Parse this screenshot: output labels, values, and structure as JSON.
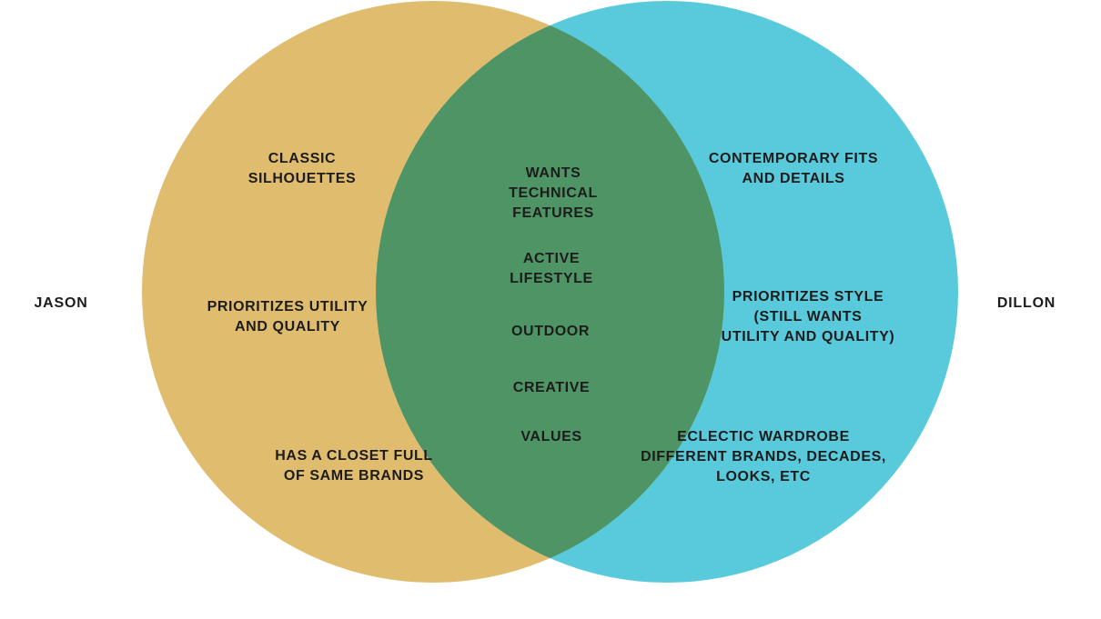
{
  "colors": {
    "left_circle": "#E0BC6F",
    "right_circle": "#59CADC",
    "overlap": "#4F9464",
    "text": "#1c1c1c",
    "background": "#ffffff"
  },
  "sets": {
    "left": {
      "name": "JASON"
    },
    "right": {
      "name": "DILLON"
    }
  },
  "left_only": [
    "CLASSIC\nSILHOUETTES",
    "PRIORITIZES UTILITY\nAND QUALITY",
    "HAS A CLOSET FULL\nOF SAME BRANDS"
  ],
  "shared": [
    "WANTS\nTECHNICAL\nFEATURES",
    "ACTIVE\nLIFESTYLE",
    "OUTDOOR",
    "CREATIVE",
    "VALUES"
  ],
  "right_only": [
    "CONTEMPORARY FITS\nAND DETAILS",
    "PRIORITIZES STYLE\n(STILL WANTS\nUTILITY AND QUALITY)",
    "ECLECTIC WARDROBE\nDIFFERENT BRANDS, DECADES,\nLOOKS, ETC"
  ]
}
